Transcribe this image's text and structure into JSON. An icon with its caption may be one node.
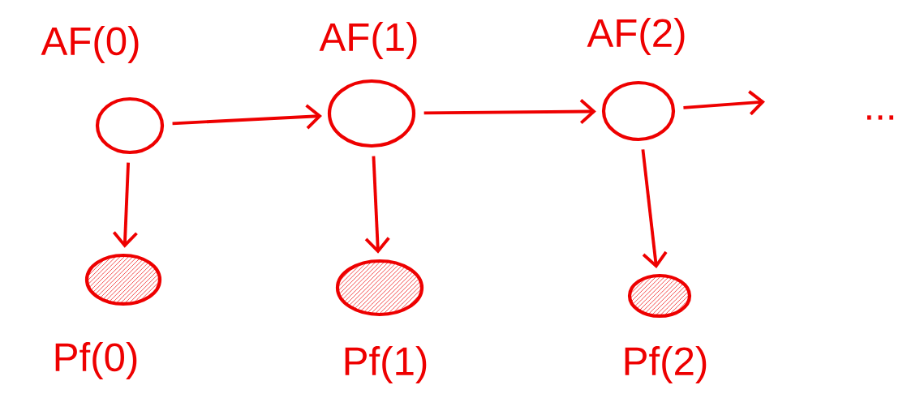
{
  "diagram": {
    "nodes": [
      {
        "text": [
          "AF(0)"
        ]
      },
      {
        "text": [
          "Pf(0)"
        ]
      },
      {
        "text": [
          "AF(1)"
        ]
      },
      {
        "text": [
          "Pf(1)"
        ]
      },
      {
        "text": [
          "AF(2)"
        ]
      },
      {
        "text": [
          "Pf(2)"
        ]
      }
    ],
    "edges": [
      {
        "from": 0,
        "to": 2,
        "arrow": "to"
      },
      {
        "from": 2,
        "to": 4,
        "arrow": "to"
      },
      {
        "from": 4,
        "to": null,
        "arrow": "to"
      },
      {
        "from": 0,
        "to": 1,
        "arrow": "to"
      },
      {
        "from": 2,
        "to": 3,
        "arrow": "to"
      },
      {
        "from": 4,
        "to": 5,
        "arrow": "to"
      }
    ],
    "labels": [
      "..."
    ]
  }
}
